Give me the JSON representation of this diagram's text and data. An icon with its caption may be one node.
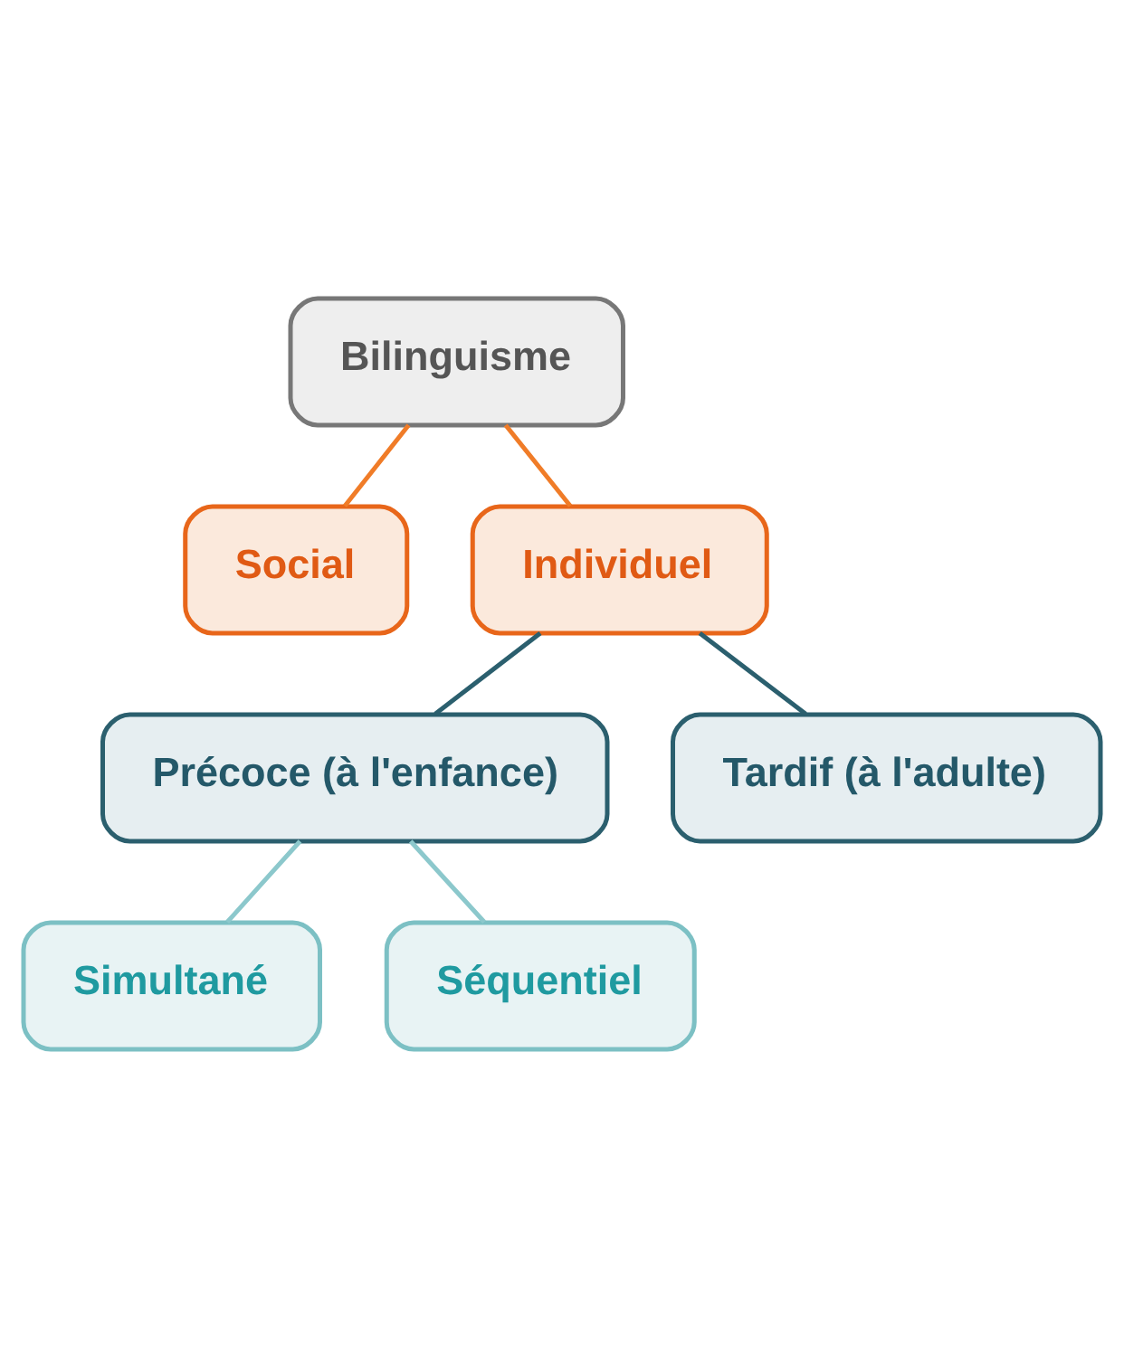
{
  "diagram": {
    "nodes": [
      {
        "text": [
          "Bilinguisme"
        ]
      },
      {
        "text": [
          "Social"
        ]
      },
      {
        "text": [
          "Individuel"
        ]
      },
      {
        "text": [
          "Précoce (à l'enfance)"
        ]
      },
      {
        "text": [
          "Tardif (à l'adulte)"
        ]
      },
      {
        "text": [
          "Simultané"
        ]
      },
      {
        "text": [
          "Séquentiel"
        ]
      }
    ],
    "edges": [
      {
        "from": 0,
        "to": 1,
        "arrow": "none",
        "color": "#f07c28"
      },
      {
        "from": 0,
        "to": 2,
        "arrow": "none",
        "color": "#f07c28"
      },
      {
        "from": 2,
        "to": 3,
        "arrow": "none",
        "color": "#2b5f6e"
      },
      {
        "from": 2,
        "to": 4,
        "arrow": "none",
        "color": "#2b5f6e"
      },
      {
        "from": 3,
        "to": 5,
        "arrow": "none",
        "color": "#8cc8cc"
      },
      {
        "from": 3,
        "to": 6,
        "arrow": "none",
        "color": "#8cc8cc"
      }
    ]
  }
}
